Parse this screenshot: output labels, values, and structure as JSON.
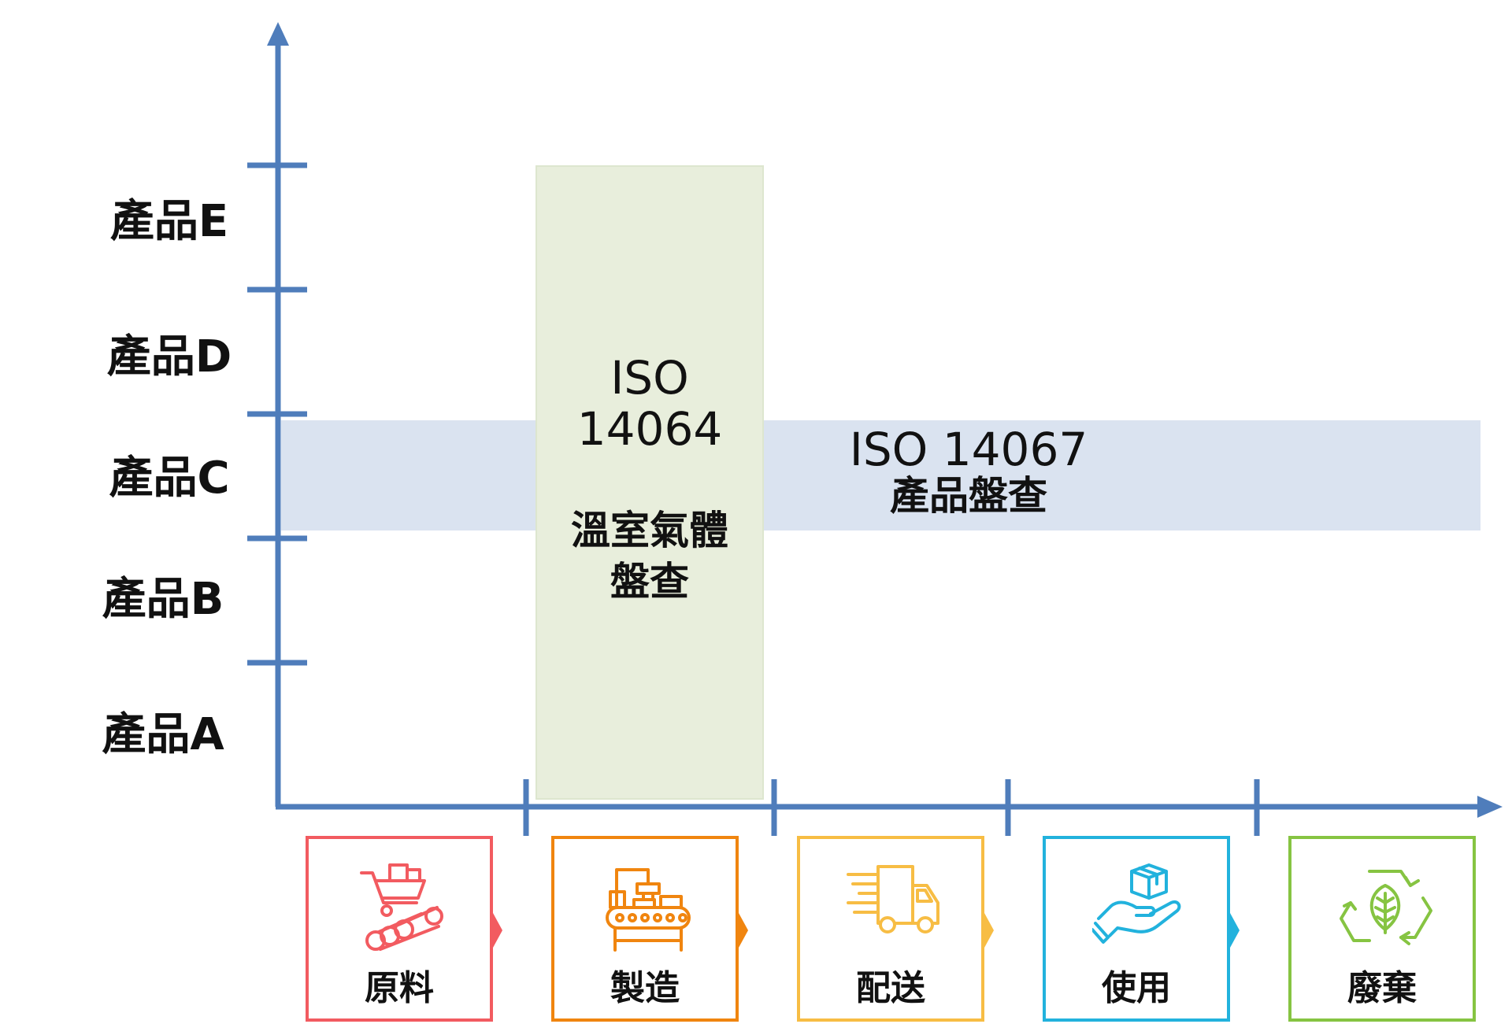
{
  "colors": {
    "axis": "#4f7dbb",
    "iso14064_fill": "#e8eedc",
    "iso14067_fill": "#dae3f0",
    "raw": "#f25b60",
    "manufacturing": "#f0850f",
    "distribution": "#f7bd44",
    "use": "#22b2dd",
    "disposal": "#86c442"
  },
  "y_axis": {
    "products": [
      "產品A",
      "產品B",
      "產品C",
      "產品D",
      "產品E"
    ]
  },
  "iso14064": {
    "line1": "ISO",
    "line2": "14064",
    "line3": "溫室氣體",
    "line4": "盤查"
  },
  "iso14067": {
    "line1": "ISO 14067",
    "line2": "產品盤查"
  },
  "stages": [
    {
      "label": "原料",
      "icon": "cart-logs-icon",
      "color": "#f25b60"
    },
    {
      "label": "製造",
      "icon": "factory-conveyor-icon",
      "color": "#f0850f"
    },
    {
      "label": "配送",
      "icon": "delivery-truck-icon",
      "color": "#f7bd44"
    },
    {
      "label": "使用",
      "icon": "hand-box-icon",
      "color": "#22b2dd"
    },
    {
      "label": "廢棄",
      "icon": "recycle-leaf-icon",
      "color": "#86c442"
    }
  ]
}
